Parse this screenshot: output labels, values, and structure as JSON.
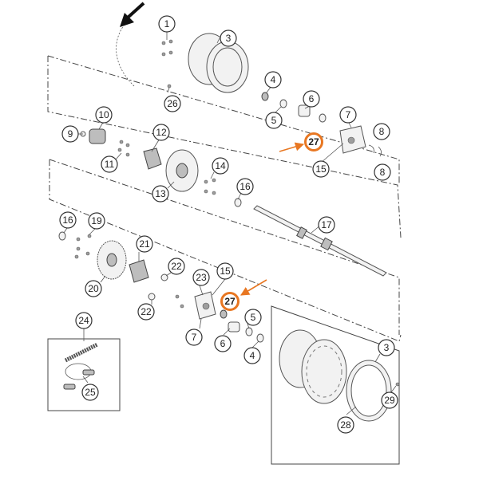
{
  "highlight_color": "#e87722",
  "callouts": [
    {
      "id": "c1",
      "label": "1"
    },
    {
      "id": "c2",
      "label": "3"
    },
    {
      "id": "c3",
      "label": "4"
    },
    {
      "id": "c4",
      "label": "5"
    },
    {
      "id": "c5",
      "label": "6"
    },
    {
      "id": "c6",
      "label": "7"
    },
    {
      "id": "c7",
      "label": "8"
    },
    {
      "id": "c8",
      "label": "8"
    },
    {
      "id": "c9",
      "label": "9"
    },
    {
      "id": "c10",
      "label": "10"
    },
    {
      "id": "c11",
      "label": "11"
    },
    {
      "id": "c12",
      "label": "12"
    },
    {
      "id": "c13",
      "label": "13"
    },
    {
      "id": "c14",
      "label": "14"
    },
    {
      "id": "c15",
      "label": "15"
    },
    {
      "id": "c16",
      "label": "16"
    },
    {
      "id": "c17",
      "label": "17"
    },
    {
      "id": "c18",
      "label": "16"
    },
    {
      "id": "c19",
      "label": "19"
    },
    {
      "id": "c20",
      "label": "21"
    },
    {
      "id": "c21",
      "label": "20"
    },
    {
      "id": "c22",
      "label": "22"
    },
    {
      "id": "c23",
      "label": "23"
    },
    {
      "id": "c24",
      "label": "15"
    },
    {
      "id": "c25",
      "label": "22"
    },
    {
      "id": "c26",
      "label": "5"
    },
    {
      "id": "c27",
      "label": "7"
    },
    {
      "id": "c28",
      "label": "6"
    },
    {
      "id": "c29",
      "label": "4"
    },
    {
      "id": "c30",
      "label": "3"
    },
    {
      "id": "c31",
      "label": "24"
    },
    {
      "id": "c32",
      "label": "25"
    },
    {
      "id": "c33",
      "label": "29"
    },
    {
      "id": "c34",
      "label": "28"
    },
    {
      "id": "c35",
      "label": "26"
    }
  ],
  "highlighted": [
    {
      "id": "h1",
      "label": "27"
    },
    {
      "id": "h2",
      "label": "27"
    }
  ]
}
